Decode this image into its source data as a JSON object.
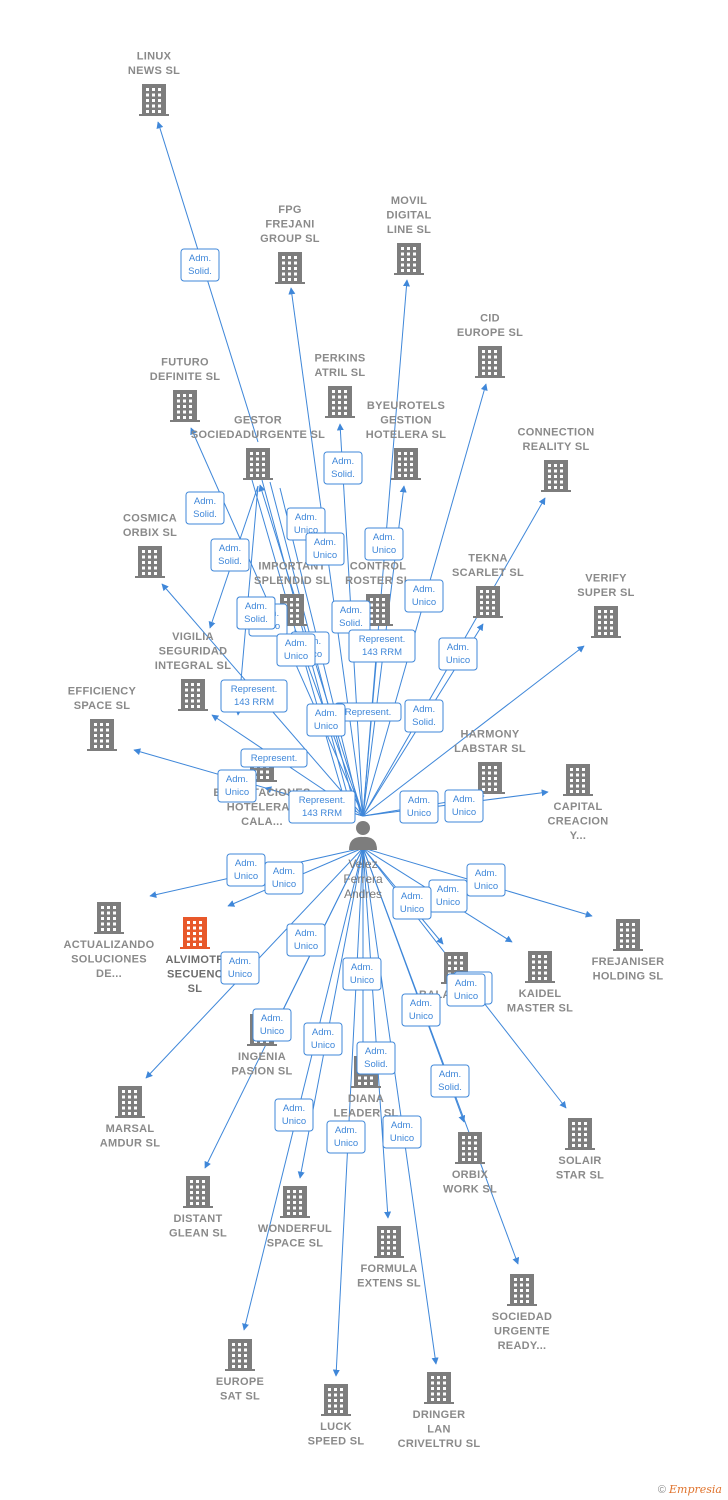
{
  "person": {
    "lines": [
      "Velez",
      "Ferrera",
      "Andres"
    ]
  },
  "footer": {
    "copyright": "©",
    "brand": "Empresia"
  },
  "colors": {
    "edge": "#3f87d9",
    "building": "#7d7d7d",
    "highlight": "#e8582a"
  },
  "companies": [
    {
      "id": "linux",
      "lines": [
        "LINUX",
        "NEWS  SL"
      ]
    },
    {
      "id": "fpg",
      "lines": [
        "FPG",
        "FREJANI",
        "GROUP  SL"
      ]
    },
    {
      "id": "movil",
      "lines": [
        "MOVIL",
        "DIGITAL",
        "LINE SL"
      ]
    },
    {
      "id": "cid",
      "lines": [
        "CID",
        "EUROPE  SL"
      ]
    },
    {
      "id": "futuro",
      "lines": [
        "FUTURO",
        "DEFINITE  SL"
      ]
    },
    {
      "id": "perkins",
      "lines": [
        "PERKINS",
        "ATRIL  SL"
      ]
    },
    {
      "id": "gestor",
      "lines": [
        "GESTOR",
        "SOCIEDADURGENTE SL"
      ]
    },
    {
      "id": "byeurotels",
      "lines": [
        "BYEUROTELS",
        "GESTION",
        "HOTELERA  SL"
      ]
    },
    {
      "id": "connection",
      "lines": [
        "CONNECTION",
        "REALITY  SL"
      ]
    },
    {
      "id": "cosmica",
      "lines": [
        "COSMICA",
        "ORBIX  SL"
      ]
    },
    {
      "id": "important",
      "lines": [
        "IMPORTANT",
        "SPLENDID  SL"
      ]
    },
    {
      "id": "control",
      "lines": [
        "CONTROL",
        "ROSTER  SL"
      ]
    },
    {
      "id": "tekna",
      "lines": [
        "TEKNA",
        "SCARLET  SL"
      ]
    },
    {
      "id": "verify",
      "lines": [
        "VERIFY",
        "SUPER  SL"
      ]
    },
    {
      "id": "vigilia",
      "lines": [
        "VIGILIA",
        "SEGURIDAD",
        "INTEGRAL  SL"
      ]
    },
    {
      "id": "efficiency",
      "lines": [
        "EFFICIENCY",
        "SPACE SL"
      ]
    },
    {
      "id": "explotaciones",
      "lines": [
        "EXPLOTACIONES",
        "HOTELERAS",
        "CALA..."
      ]
    },
    {
      "id": "harmony",
      "lines": [
        "HARMONY",
        "LABSTAR SL"
      ]
    },
    {
      "id": "capital",
      "lines": [
        "CAPITAL",
        "CREACION",
        "Y..."
      ]
    },
    {
      "id": "actualizando",
      "lines": [
        "ACTUALIZANDO",
        "SOLUCIONES",
        "DE..."
      ]
    },
    {
      "id": "alvimotr",
      "lines": [
        "ALVIMOTR",
        "SECUENC",
        "SL"
      ],
      "highlight": true
    },
    {
      "id": "frejaniser",
      "lines": [
        "FREJANISER",
        "HOLDING  SL"
      ]
    },
    {
      "id": "kaidel",
      "lines": [
        "KAIDEL",
        "MASTER  SL"
      ]
    },
    {
      "id": "balance",
      "lines": [
        "BALANCE  SL"
      ]
    },
    {
      "id": "ingenia",
      "lines": [
        "INGENIA",
        "PASION  SL"
      ]
    },
    {
      "id": "diana",
      "lines": [
        "DIANA",
        "LEADER  SL"
      ]
    },
    {
      "id": "marsal",
      "lines": [
        "MARSAL",
        "AMDUR  SL"
      ]
    },
    {
      "id": "orbix",
      "lines": [
        "ORBIX",
        "WORK  SL"
      ]
    },
    {
      "id": "solair",
      "lines": [
        "SOLAIR",
        "STAR  SL"
      ]
    },
    {
      "id": "distant",
      "lines": [
        "DISTANT",
        "GLEAN  SL"
      ]
    },
    {
      "id": "wonderful",
      "lines": [
        "WONDERFUL",
        "SPACE  SL"
      ]
    },
    {
      "id": "formula",
      "lines": [
        "FORMULA",
        "EXTENS  SL"
      ]
    },
    {
      "id": "sociedad",
      "lines": [
        "SOCIEDAD",
        "URGENTE",
        "READY..."
      ]
    },
    {
      "id": "europe",
      "lines": [
        "EUROPE",
        "SAT  SL"
      ]
    },
    {
      "id": "luck",
      "lines": [
        "LUCK",
        "SPEED  SL"
      ]
    },
    {
      "id": "dringer",
      "lines": [
        "DRINGER",
        "LAN",
        "CRIVELTRU SL"
      ]
    }
  ],
  "edges": [
    {
      "from": "gestor",
      "to": "linux"
    },
    {
      "from": "person",
      "to": "fpg"
    },
    {
      "from": "person",
      "to": "movil"
    },
    {
      "from": "person",
      "to": "cid"
    },
    {
      "from": "person",
      "to": "futuro"
    },
    {
      "from": "person",
      "to": "perkins"
    },
    {
      "from": "person",
      "to": "gestor"
    },
    {
      "from": "person",
      "to": "byeurotels"
    },
    {
      "from": "person",
      "to": "connection"
    },
    {
      "from": "person",
      "to": "cosmica"
    },
    {
      "from": "person",
      "to": "important"
    },
    {
      "from": "person",
      "to": "control"
    },
    {
      "from": "person",
      "to": "tekna"
    },
    {
      "from": "person",
      "to": "verify"
    },
    {
      "from": "person",
      "to": "vigilia"
    },
    {
      "from": "person",
      "to": "efficiency"
    },
    {
      "from": "person",
      "to": "explotaciones"
    },
    {
      "from": "person",
      "to": "harmony"
    },
    {
      "from": "person",
      "to": "capital"
    },
    {
      "from": "person",
      "to": "actualizando"
    },
    {
      "from": "person",
      "to": "alvimotr"
    },
    {
      "from": "person",
      "to": "frejaniser"
    },
    {
      "from": "person",
      "to": "kaidel"
    },
    {
      "from": "person",
      "to": "balance"
    },
    {
      "from": "person",
      "to": "ingenia"
    },
    {
      "from": "person",
      "to": "diana"
    },
    {
      "from": "person",
      "to": "marsal"
    },
    {
      "from": "person",
      "to": "orbix"
    },
    {
      "from": "person",
      "to": "solair"
    },
    {
      "from": "person",
      "to": "distant"
    },
    {
      "from": "person",
      "to": "wonderful"
    },
    {
      "from": "person",
      "to": "formula"
    },
    {
      "from": "person",
      "to": "sociedad"
    },
    {
      "from": "person",
      "to": "europe"
    },
    {
      "from": "person",
      "to": "luck"
    },
    {
      "from": "person",
      "to": "dringer"
    },
    {
      "from": "gestor",
      "to": "cosmica"
    },
    {
      "from": "gestor",
      "to": "vigilia"
    }
  ],
  "badges": [
    [
      "Adm.",
      "Solid."
    ],
    [
      "Adm.",
      "Solid."
    ],
    [
      "Adm.",
      "Solid."
    ],
    [
      "Adm.",
      "Solid."
    ],
    [
      "Adm.",
      "Unico"
    ],
    [
      "Adm.",
      "Unico"
    ],
    [
      "Adm.",
      "Solid."
    ],
    [
      "Adm.",
      "Unico"
    ],
    [
      "Adm.",
      "Unico"
    ],
    [
      "Adm.",
      "Solid."
    ],
    [
      "Adm.",
      "Solid."
    ],
    [
      "Adm.",
      "Unico"
    ],
    [
      "Represent.",
      "143 RRM"
    ],
    [
      "Represent.",
      "143 RRM"
    ],
    [
      "Adm.",
      "Unico"
    ],
    [
      "Adm.",
      "Unico"
    ],
    [
      "Represent."
    ],
    [
      "Adm.",
      "Solid."
    ],
    [
      "Adm.",
      "Unico"
    ],
    [
      "Represent."
    ],
    [
      "Adm.",
      "Unico"
    ],
    [
      "Represent.",
      "143 RRM"
    ],
    [
      "Adm.",
      "Unico"
    ],
    [
      "Adm.",
      "Unico"
    ],
    [
      "Adm.",
      "Unico"
    ],
    [
      "Adm.",
      "Unico"
    ],
    [
      "Adm.",
      "Unico"
    ],
    [
      "Adm.",
      "Unico"
    ],
    [
      "Adm.",
      "Unico"
    ],
    [
      "Adm.",
      "Unico"
    ],
    [
      "Adm.",
      "Unico"
    ],
    [
      "Adm.",
      "Solid."
    ],
    [
      "Adm.",
      "Unico"
    ],
    [
      "Adm.",
      "Unico"
    ],
    [
      "Adm.",
      "Unico"
    ],
    [
      "Adm.",
      "Unico"
    ],
    [
      "Adm.",
      "Solid."
    ],
    [
      "Adm.",
      "Solid."
    ],
    [
      "Adm.",
      "Unico"
    ],
    [
      "Adm.",
      "Unico"
    ],
    [
      "Adm.",
      "Unico"
    ],
    [
      "Adm.",
      "Unico"
    ],
    [
      "Adm.",
      "Unico"
    ]
  ]
}
